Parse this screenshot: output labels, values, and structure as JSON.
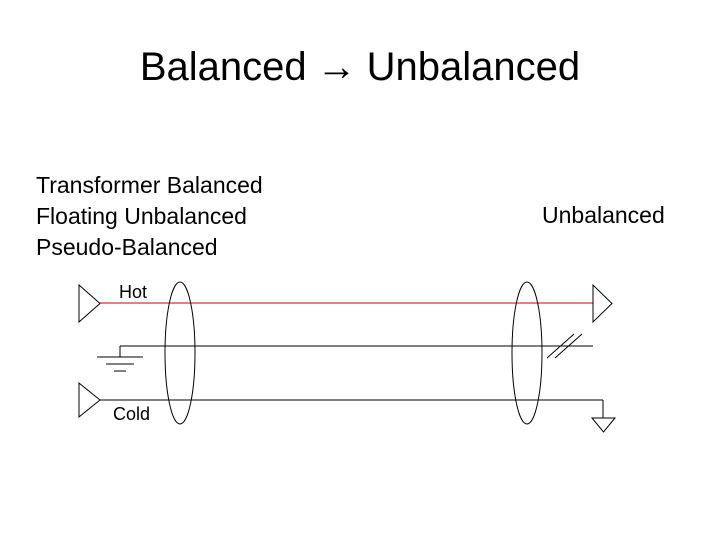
{
  "slide": {
    "title_left": "Balanced",
    "title_arrow": "→",
    "title_right": "Unbalanced"
  },
  "diagram": {
    "source_types": [
      "Transformer Balanced",
      "Floating Unbalanced",
      "Pseudo-Balanced"
    ],
    "destination_type": "Unbalanced",
    "hot_label": "Hot",
    "cold_label": "Cold",
    "colors": {
      "hot_wire": "#cc0000",
      "wire": "#000000"
    }
  }
}
